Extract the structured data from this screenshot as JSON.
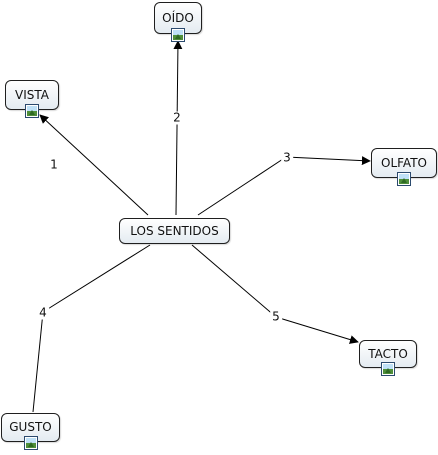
{
  "diagram": {
    "center": "LOS SENTIDOS",
    "nodes": {
      "vista": "VISTA",
      "oido": "OÍDO",
      "olfato": "OLFATO",
      "gusto": "GUSTO",
      "tacto": "TACTO"
    },
    "edges": {
      "e1": "1",
      "e2": "2",
      "e3": "3",
      "e4": "4",
      "e5": "5"
    },
    "line_color": "#000000",
    "node_fill": "#e4ebf1",
    "image_icon": "picture-icon"
  }
}
